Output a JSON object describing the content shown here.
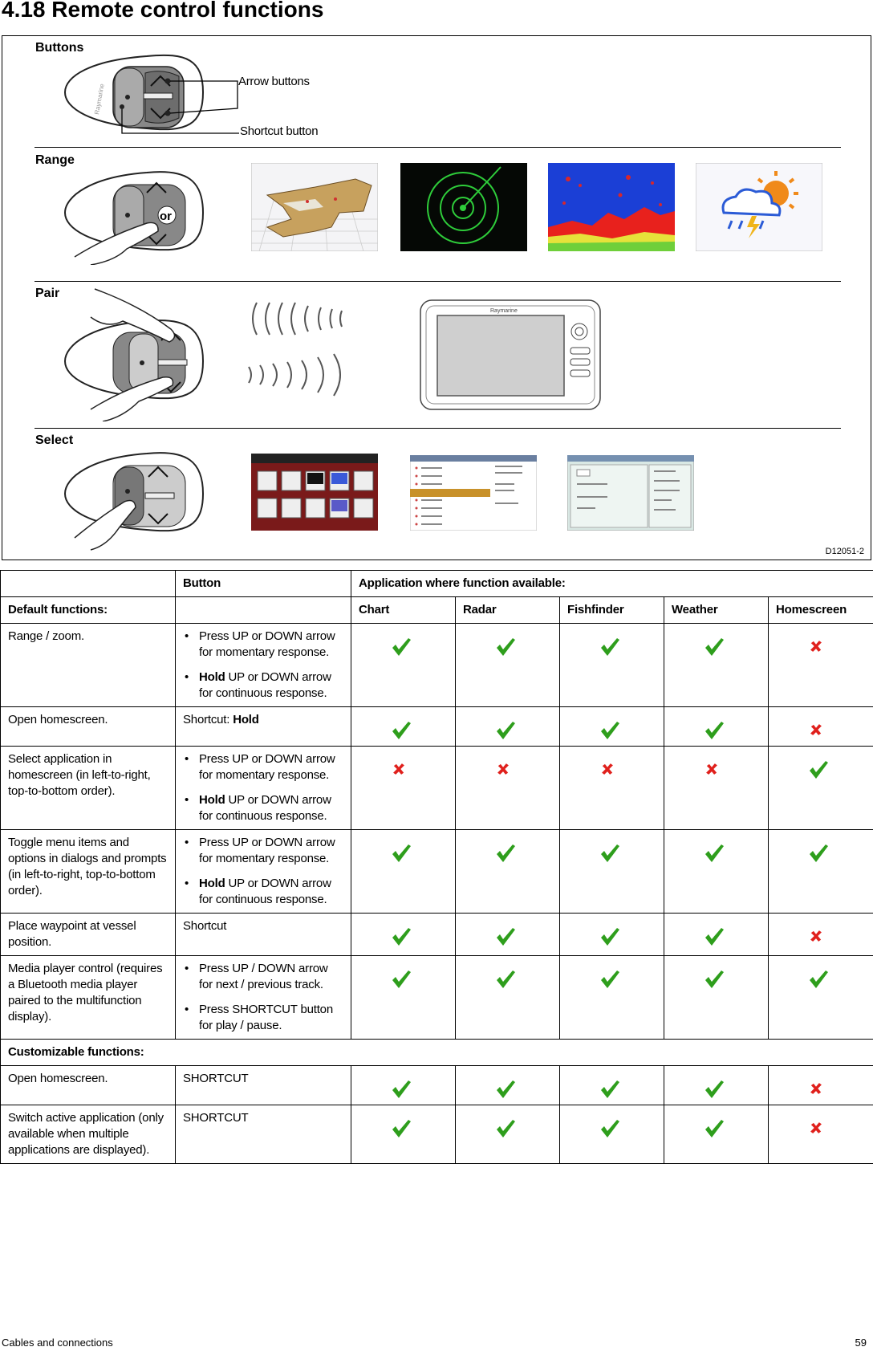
{
  "page_title": "4.18 Remote control functions",
  "figure": {
    "sections": [
      "Buttons",
      "Range",
      "Pair",
      "Select"
    ],
    "callouts": {
      "arrow_buttons": "Arrow buttons",
      "shortcut_button": "Shortcut button"
    },
    "or_label": "or",
    "brand": "Raymarine",
    "figure_id": "D12051-2"
  },
  "table": {
    "headers": {
      "button": "Button",
      "application": "Application where function available:",
      "default_functions": "Default functions:",
      "customizable_functions": "Customizable functions:",
      "apps": [
        "Chart",
        "Radar",
        "Fishfinder",
        "Weather",
        "Homescreen"
      ]
    },
    "bullets": {
      "press_updown": "Press UP or DOWN arrow for momentary response.",
      "hold_word": "Hold",
      "hold_updown_rest": " UP or DOWN arrow for continuous response.",
      "shortcut_hold_prefix": "Shortcut: ",
      "shortcut_hold_word": "Hold",
      "shortcut": "Shortcut",
      "media_1": "Press UP / DOWN arrow for next / previous track.",
      "media_2": "Press SHORTCUT button for play / pause.",
      "shortcut_caps": "SHORTCUT"
    },
    "rows": [
      {
        "function": "Range / zoom.",
        "availability": [
          "check",
          "check",
          "check",
          "check",
          "cross"
        ]
      },
      {
        "function": "Open homescreen.",
        "availability": [
          "check",
          "check",
          "check",
          "check",
          "cross"
        ]
      },
      {
        "function": "Select application in homescreen (in left-to-right, top-to-bottom order).",
        "availability": [
          "cross",
          "cross",
          "cross",
          "cross",
          "check"
        ]
      },
      {
        "function": "Toggle menu items and options in dialogs and prompts (in left-to-right, top-to-bottom order).",
        "availability": [
          "check",
          "check",
          "check",
          "check",
          "check"
        ]
      },
      {
        "function": "Place waypoint at vessel position.",
        "availability": [
          "check",
          "check",
          "check",
          "check",
          "cross"
        ]
      },
      {
        "function": "Media player control (requires a Bluetooth media player paired to the multifunction display).",
        "availability": [
          "check",
          "check",
          "check",
          "check",
          "check"
        ]
      },
      {
        "function": "Open homescreen.",
        "availability": [
          "check",
          "check",
          "check",
          "check",
          "cross"
        ]
      },
      {
        "function": "Switch active application (only available when multiple applications are displayed).",
        "availability": [
          "check",
          "check",
          "check",
          "check",
          "cross"
        ]
      }
    ],
    "colors": {
      "check": "#2e9e1c",
      "cross": "#e0201c"
    }
  },
  "footer": {
    "left": "Cables and connections",
    "right": "59"
  }
}
